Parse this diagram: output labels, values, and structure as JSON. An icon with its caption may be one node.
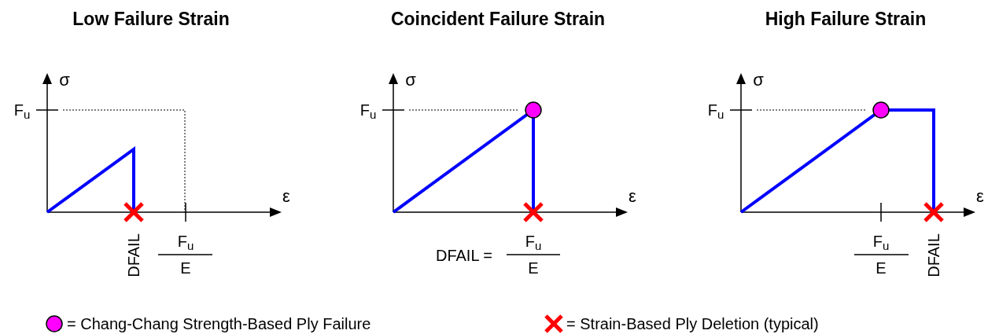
{
  "diagram": {
    "labels": [
      "Low Failure Strain",
      "Coincident Failure Strain",
      "High Failure Strain",
      "σ",
      "F$_{u}$",
      "ε",
      "DFAIL",
      "F$_{u}$",
      "E",
      "σ",
      "F$_{u}$",
      "ε",
      "DFAIL =",
      "F$_{u}$",
      "E",
      "σ",
      "F$_{u}$",
      "ε",
      "F$_{u}$",
      "E",
      "DFAIL"
    ],
    "legend": [
      {
        "text": "= Chang-Chang Strength-Based Ply Failure"
      },
      {
        "text": "= Strain-Based Ply Deletion (typical)"
      }
    ]
  }
}
